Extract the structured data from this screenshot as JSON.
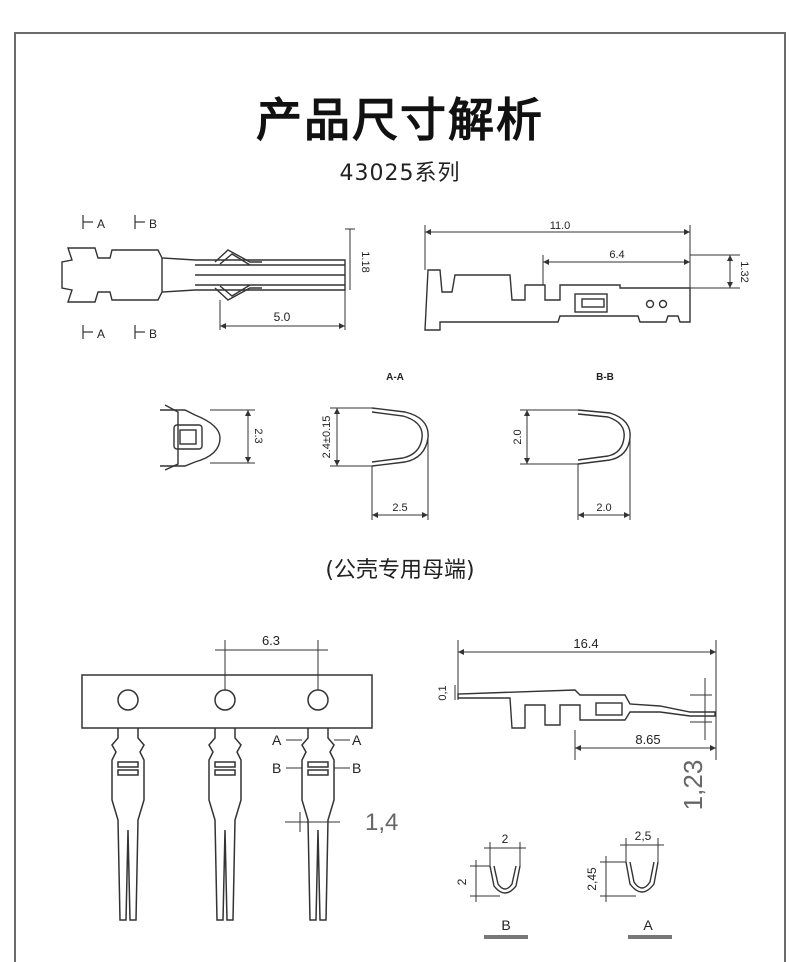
{
  "header": {
    "title": "产品尺寸解析",
    "subtitle": "43025系列",
    "caption": "(公壳专用母端)"
  },
  "top_left_view": {
    "section_labels": [
      "A",
      "B",
      "A",
      "B"
    ],
    "dim_height": "1.18",
    "dim_length": "5.0"
  },
  "top_right_view": {
    "dim_total": "11.0",
    "dim_partial": "6.4",
    "dim_height": "1.32"
  },
  "end_view": {
    "dim_height": "2.3"
  },
  "section_aa": {
    "label": "A-A",
    "dim_height": "2.4±0.15",
    "dim_width": "2.5"
  },
  "section_bb": {
    "label": "B-B",
    "dim_height": "2.0",
    "dim_width": "2.0"
  },
  "strip_view": {
    "dim_pitch": "6.3",
    "dim_thickness": "1,4",
    "marks": [
      "A",
      "A",
      "B",
      "B"
    ]
  },
  "side_view": {
    "dim_total": "16.4",
    "dim_partial": "8.65",
    "dim_height": "1,23",
    "dim_small": "0,1"
  },
  "small_sections": {
    "b_width": "2",
    "b_height": "2",
    "b_label": "B",
    "a_width": "2,5",
    "a_height": "2,45",
    "a_label": "A"
  }
}
